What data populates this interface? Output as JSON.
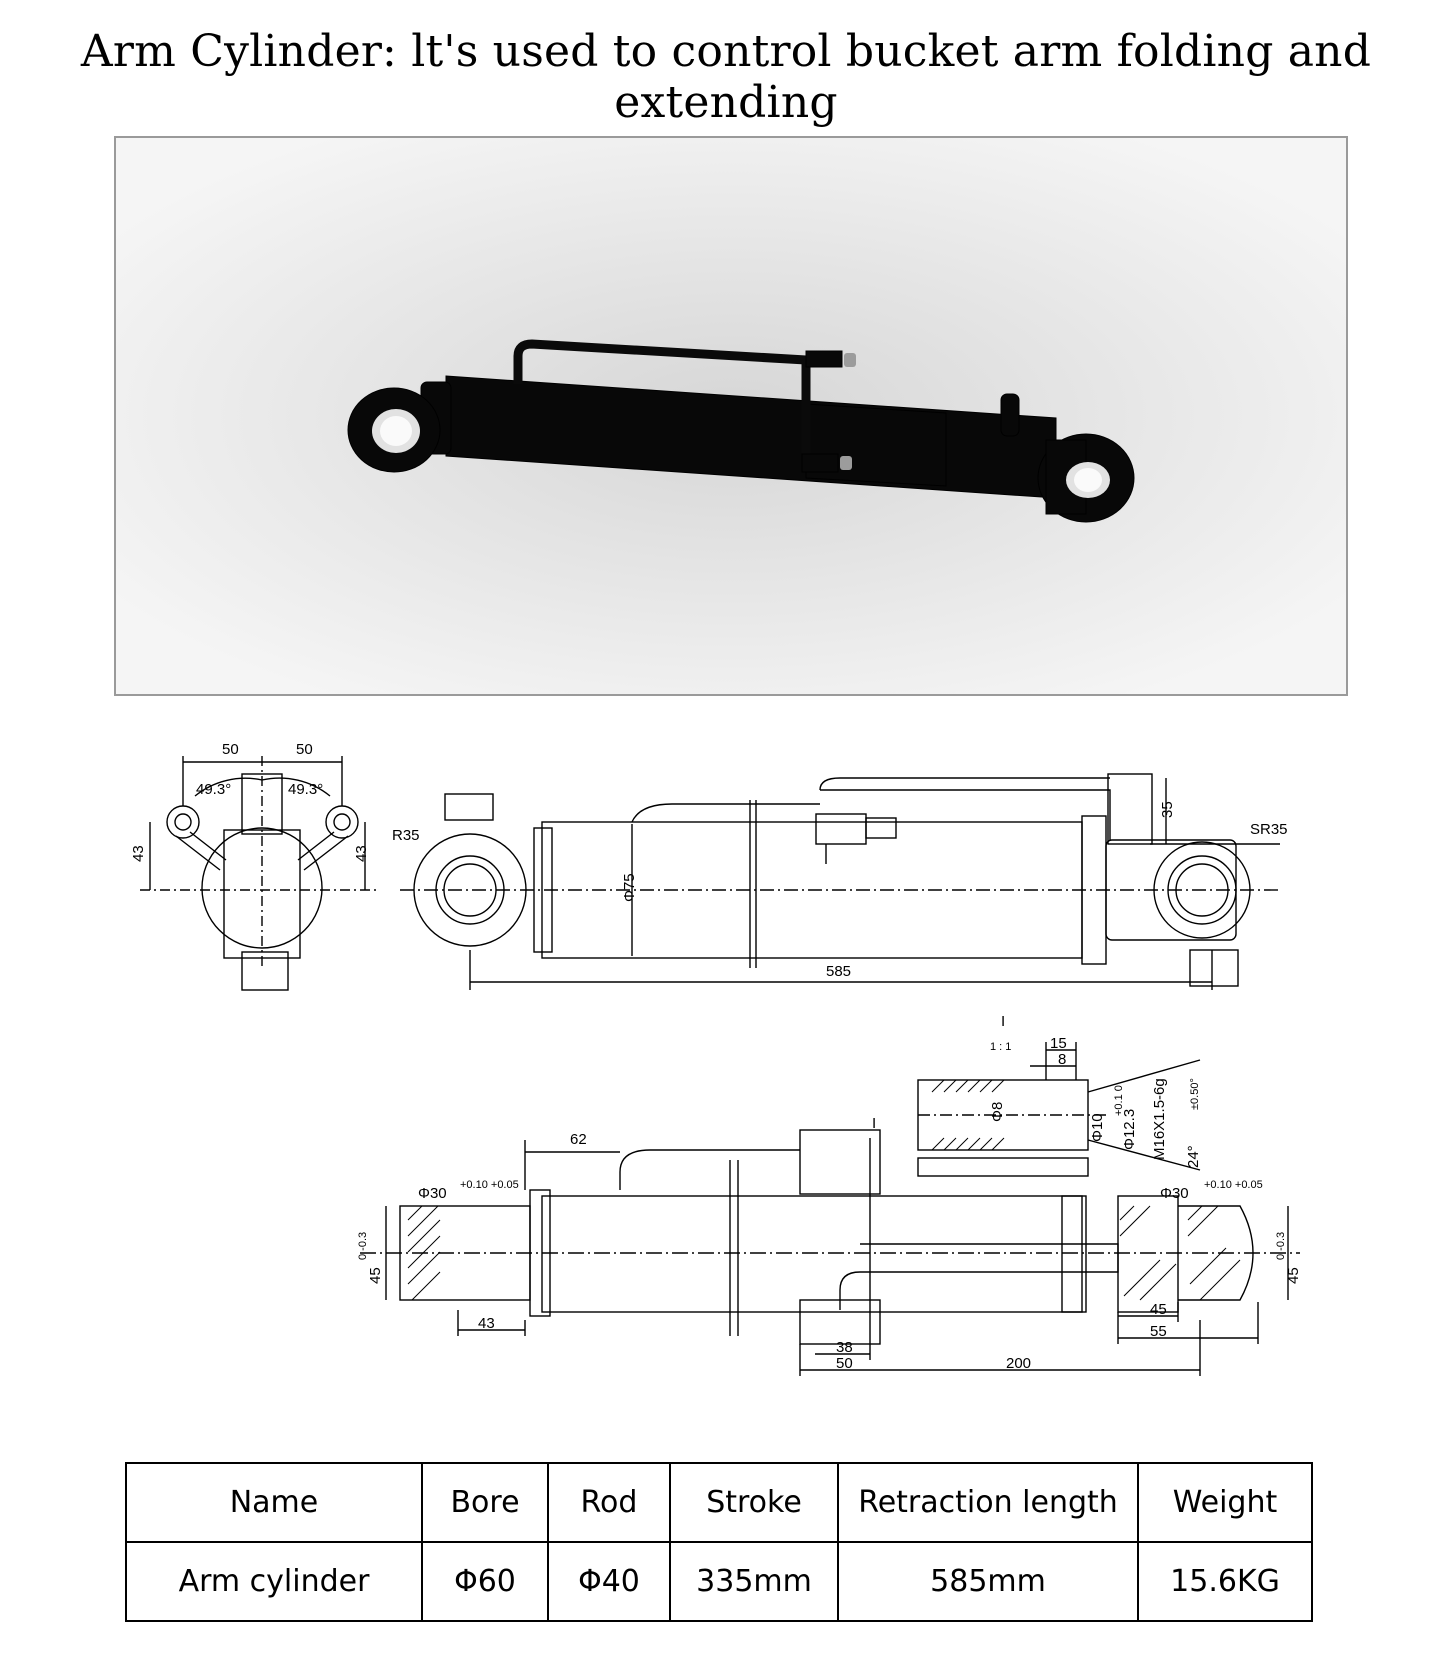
{
  "page": {
    "title": "Arm Cylinder: lt's used to control bucket arm folding and extending"
  },
  "photo": {
    "icon": "hydraulic-cylinder-render"
  },
  "drawing": {
    "top_view": {
      "dim_left": "50",
      "dim_right": "50",
      "angle_left": "49.3°",
      "angle_right": "49.3°",
      "height_left": "43",
      "height_right": "43"
    },
    "side_view": {
      "radius_left": "R35",
      "radius_right": "SR35",
      "bore_dia": "Φ75",
      "pipe_height": "35",
      "overall_length": "585"
    },
    "detail": {
      "scale_mark": "I",
      "scale": "1 : 1",
      "d15": "15",
      "d8": "8",
      "phi8": "Φ8",
      "phi10": "Φ10",
      "phi12_3": "Φ12.3",
      "tol_01": "+0.1 0",
      "thread": "M16X1.5-6g",
      "angle_tol": "±0.50°",
      "angle": "24°"
    },
    "section_view": {
      "pipe_offset": "62",
      "mark_i": "I",
      "pin_left": "Φ30",
      "pin_left_tol": "+0.10 +0.05",
      "pin_right": "Φ30",
      "pin_right_tol": "+0.10 +0.05",
      "width_left": "45",
      "width_left_tol": "0 -0.3",
      "width_right": "45",
      "width_right_tol": "0 -0.3",
      "bottom_left": "43",
      "port_38": "38",
      "port_50": "50",
      "port_200": "200",
      "right_45": "45",
      "right_55": "55"
    }
  },
  "table": {
    "headers": [
      "Name",
      "Bore",
      "Rod",
      "Stroke",
      "Retraction length",
      "Weight"
    ],
    "row": [
      "Arm cylinder",
      "Φ60",
      "Φ40",
      "335mm",
      "585mm",
      "15.6KG"
    ]
  }
}
